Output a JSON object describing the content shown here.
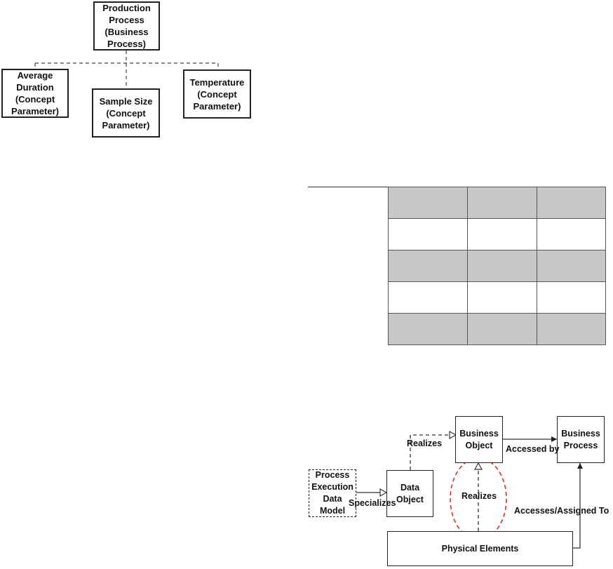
{
  "top_diagram": {
    "root": "Production\nProcess\n(Business\nProcess)",
    "children": [
      "Average\nDuration\n(Concept\nParameter)",
      "Sample Size\n(Concept\nParameter)",
      "Temperature\n(Concept\nParameter)"
    ]
  },
  "table": {
    "rows": [
      [
        "",
        "",
        ""
      ],
      [
        "",
        "",
        ""
      ],
      [
        "",
        "",
        ""
      ],
      [
        "",
        "",
        ""
      ],
      [
        "",
        "",
        ""
      ]
    ],
    "shaded_rows": [
      0,
      2,
      4
    ],
    "shade_color": "#c8c8c8"
  },
  "bottom_diagram": {
    "process_execution_data_model": "Process\nExecution\nData\nModel",
    "data_object": "Data\nObject",
    "business_object": "Business\nObject",
    "business_process": "Business\nProcess",
    "physical_elements": "Physical Elements",
    "edge_specializes": "Specializes",
    "edge_realizes_top": "Realizes",
    "edge_realizes_mid": "Realizes",
    "edge_accessed_by": "Accessed by",
    "edge_accesses_assigned_to": "Accesses/Assigned To",
    "highlight_color": "#d9302a"
  }
}
